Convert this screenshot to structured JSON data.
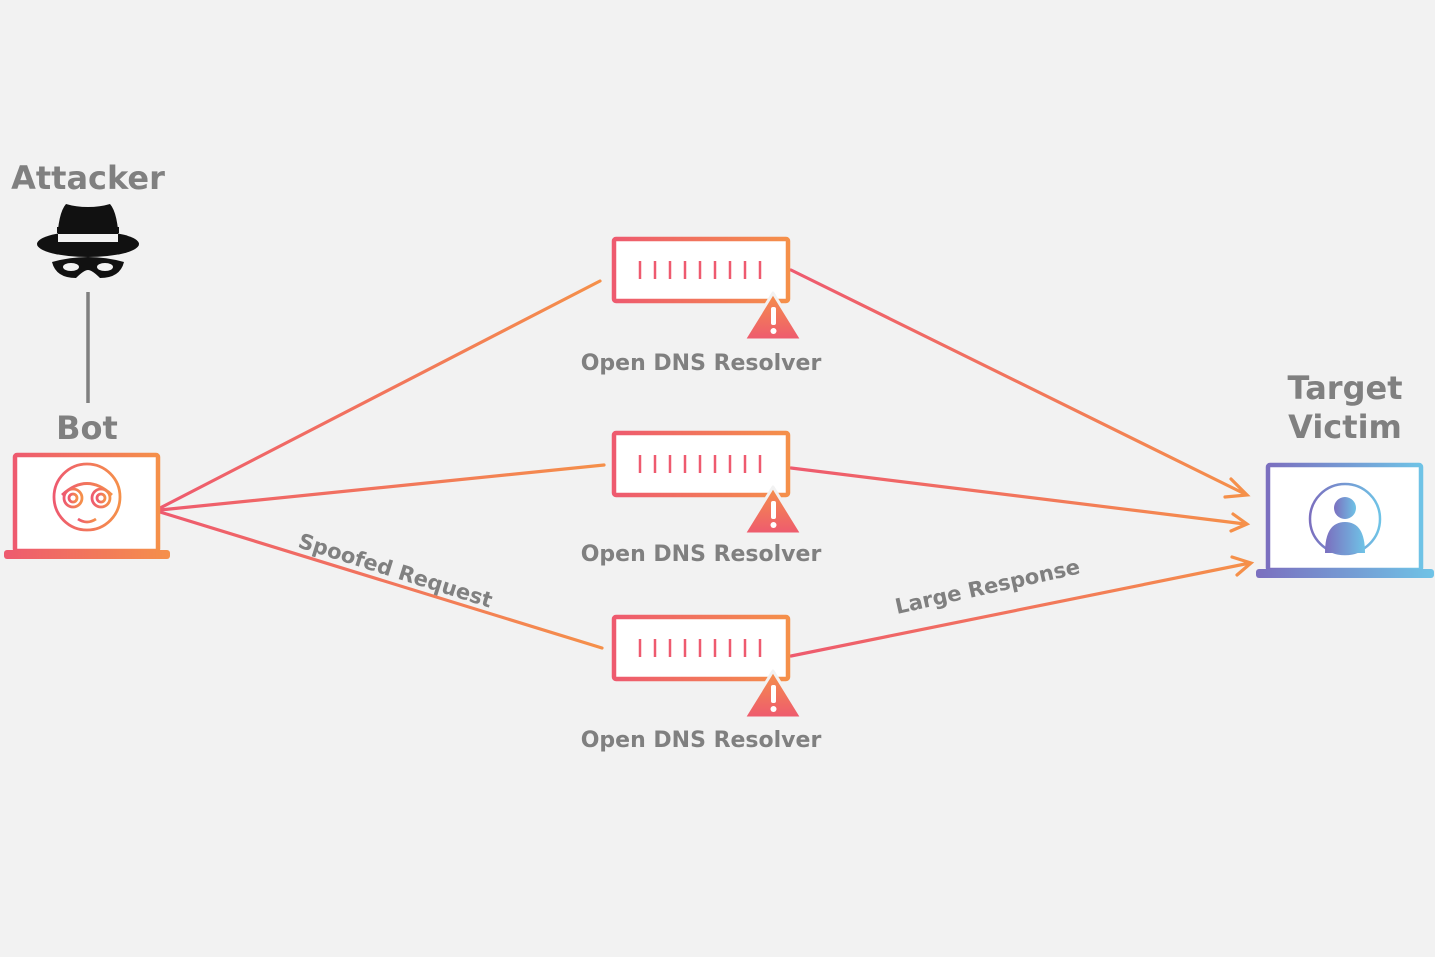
{
  "diagram": {
    "attacker": {
      "label": "Attacker",
      "icon": "spy-icon"
    },
    "bot": {
      "label": "Bot",
      "icon": "robot-laptop-icon"
    },
    "resolvers": [
      {
        "label": "Open DNS Resolver",
        "icon": "server-warning-icon"
      },
      {
        "label": "Open DNS Resolver",
        "icon": "server-warning-icon"
      },
      {
        "label": "Open DNS Resolver",
        "icon": "server-warning-icon"
      }
    ],
    "victim": {
      "label_line1": "Target",
      "label_line2": "Victim",
      "icon": "user-laptop-icon"
    },
    "edges": {
      "request_label": "Spoofed Request",
      "response_label": "Large Response"
    }
  },
  "colors": {
    "background": "#f2f2f2",
    "label_gray": "#808080",
    "gradient_red": "#ee5a6f",
    "gradient_orange": "#f5904a",
    "victim_purple": "#7b6fbf",
    "victim_blue": "#6fc3e6",
    "attacker_black": "#111111"
  }
}
